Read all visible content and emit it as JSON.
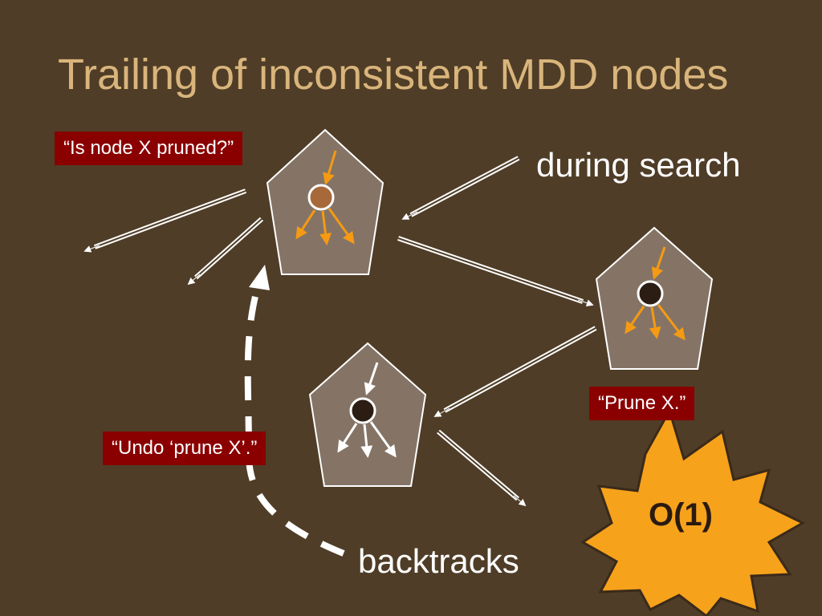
{
  "title": "Trailing of inconsistent MDD nodes",
  "labels": {
    "during_search": "during search",
    "backtracks": "backtracks"
  },
  "callouts": {
    "is_pruned": "“Is node X pruned?”",
    "prune": "“Prune X.”",
    "undo": "“Undo ‘prune X’.”"
  },
  "complexity": "O(1)",
  "colors": {
    "background": "#4f3d27",
    "title": "#d9b57c",
    "pentagon_fill": "#857466",
    "callout_fill": "#8a0000",
    "orange_arrow": "#f59a12",
    "star_fill": "#f6a21b",
    "node_brown": "#a8693a",
    "node_dark": "#2b1d14"
  }
}
